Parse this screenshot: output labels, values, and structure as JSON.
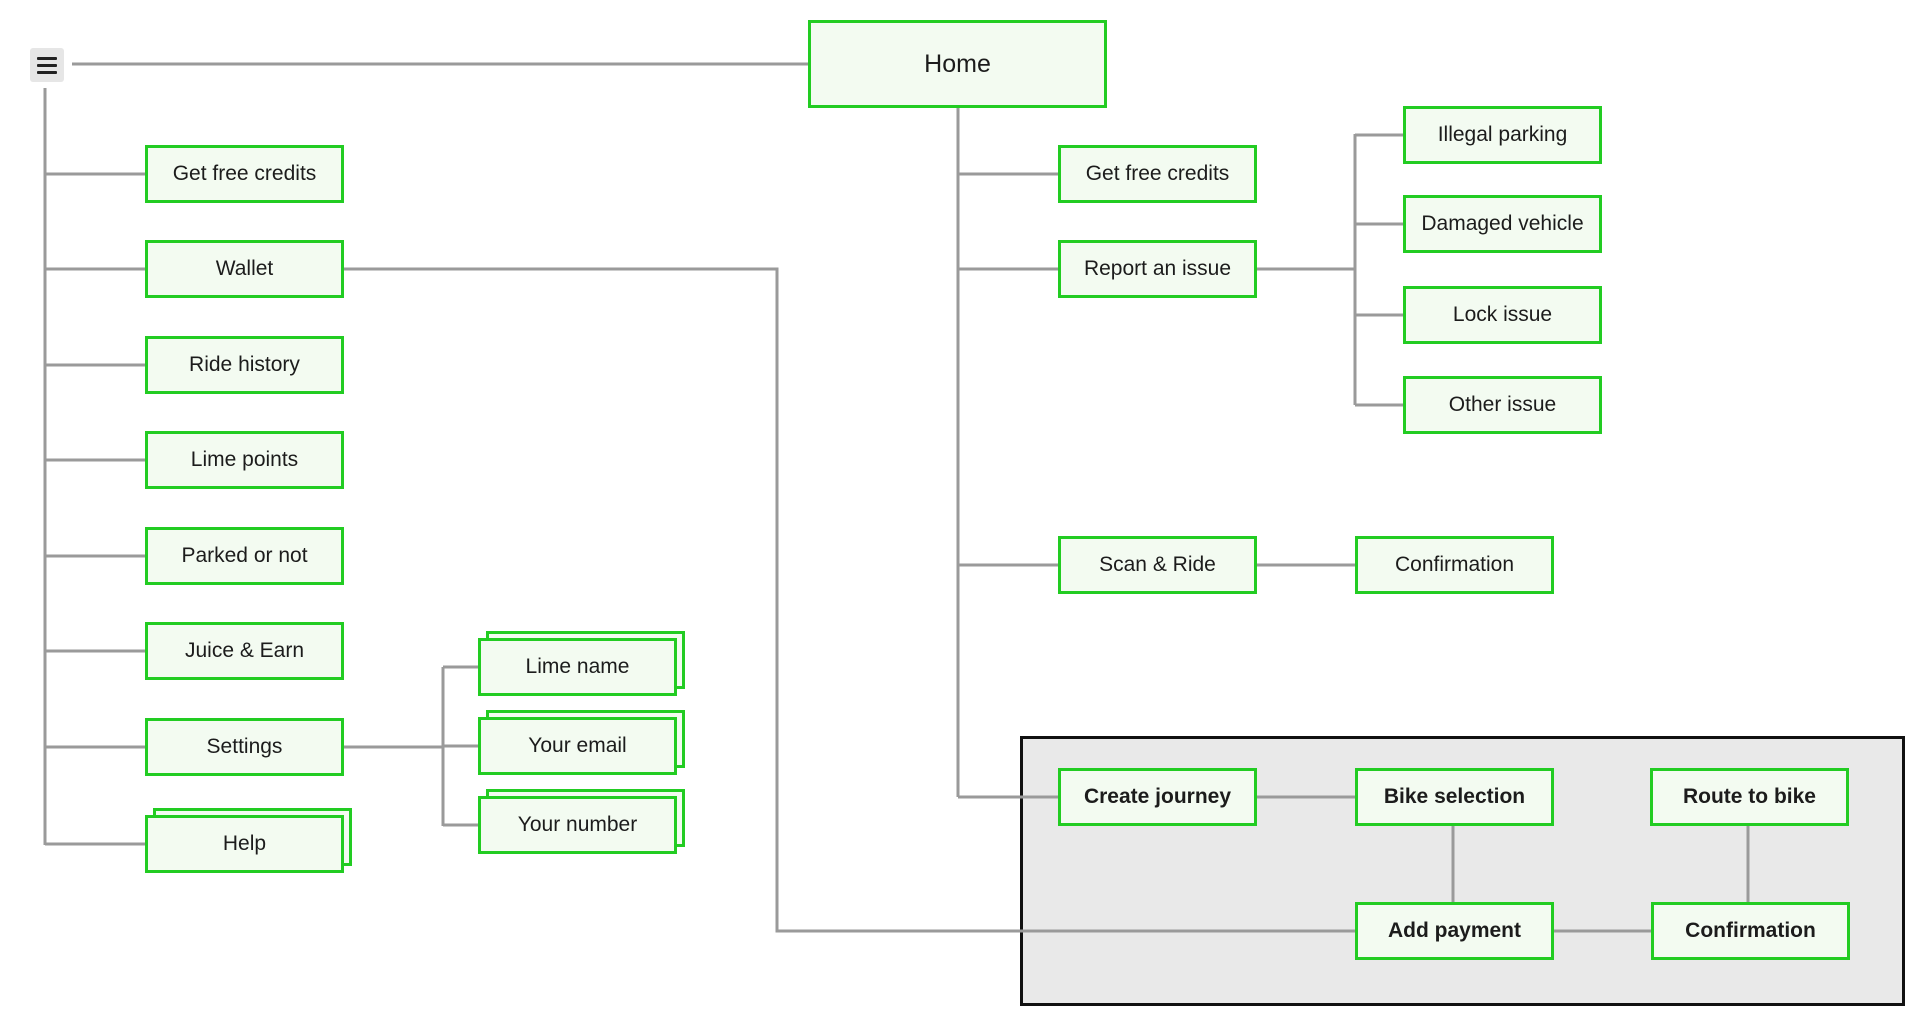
{
  "colors": {
    "node_border": "#22cc22",
    "node_fill": "#f3fbf1",
    "connector": "#9a9a9a",
    "group_fill": "#e9e9e9",
    "group_border": "#111111"
  },
  "menu": {
    "icon": "hamburger-menu-icon"
  },
  "home": {
    "label": "Home"
  },
  "menu_items": {
    "free_credits": "Get free credits",
    "wallet": "Wallet",
    "ride_history": "Ride history",
    "lime_points": "Lime points",
    "parked": "Parked or not",
    "juice": "Juice & Earn",
    "settings": "Settings",
    "help": "Help"
  },
  "settings_items": {
    "lime_name": "Lime name",
    "email": "Your email",
    "number": "Your number"
  },
  "home_items": {
    "free_credits": "Get free credits",
    "report_issue": "Report an issue",
    "scan_ride": "Scan & Ride",
    "scan_confirmation": "Confirmation"
  },
  "issues": {
    "illegal_parking": "Illegal parking",
    "damaged_vehicle": "Damaged vehicle",
    "lock_issue": "Lock issue",
    "other_issue": "Other issue"
  },
  "journey": {
    "create": "Create journey",
    "bike_selection": "Bike selection",
    "route_to_bike": "Route to bike",
    "add_payment": "Add payment",
    "confirmation": "Confirmation"
  }
}
